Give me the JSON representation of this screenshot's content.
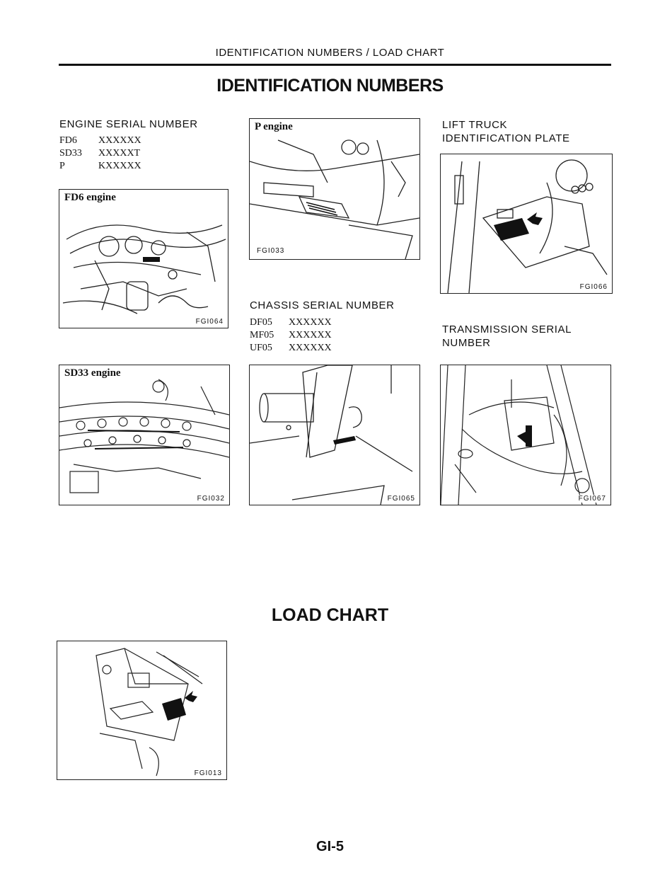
{
  "header": {
    "running_title": "IDENTIFICATION NUMBERS / LOAD CHART",
    "main_title": "IDENTIFICATION NUMBERS"
  },
  "engine_serial": {
    "heading": "ENGINE SERIAL NUMBER",
    "rows": [
      {
        "model": "FD6",
        "number": "XXXXXX"
      },
      {
        "model": "SD33",
        "number": "XXXXXT"
      },
      {
        "model": "P",
        "number": "KXXXXX"
      }
    ]
  },
  "chassis_serial": {
    "heading": "CHASSIS SERIAL NUMBER",
    "rows": [
      {
        "model": "DF05",
        "number": "XXXXXX"
      },
      {
        "model": "MF05",
        "number": "XXXXXX"
      },
      {
        "model": "UF05",
        "number": "XXXXXX"
      }
    ]
  },
  "lift_truck_plate": {
    "heading_line1": "LIFT TRUCK",
    "heading_line2": "IDENTIFICATION PLATE"
  },
  "transmission_serial": {
    "heading_line1": "TRANSMISSION SERIAL",
    "heading_line2": "NUMBER"
  },
  "figures": {
    "fd6": {
      "label": "FD6 engine",
      "code": "FGI064"
    },
    "p": {
      "label": "P engine",
      "code": "FGI033"
    },
    "lift_plate": {
      "code": "FGI066"
    },
    "sd33": {
      "label": "SD33 engine",
      "code": "FGI032"
    },
    "chassis": {
      "code": "FGI065"
    },
    "transmission": {
      "code": "FGI067"
    },
    "load_chart": {
      "code": "FGI013"
    }
  },
  "load_chart": {
    "title": "LOAD CHART"
  },
  "footer": {
    "page_number": "GI-5"
  }
}
